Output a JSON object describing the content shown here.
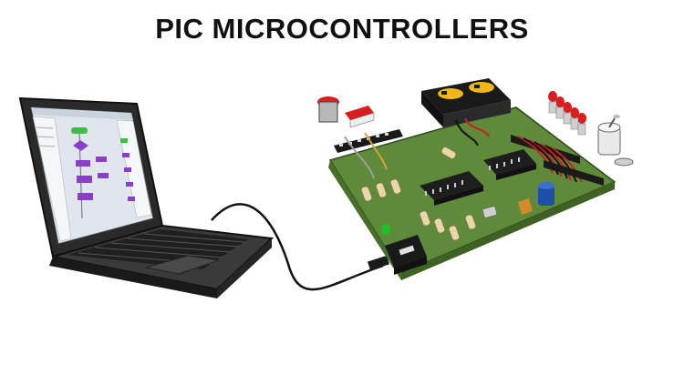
{
  "title": "PIC MICROCONTROLLERS",
  "illustration": {
    "laptop": {
      "screen_app": "flowchart-editor",
      "body_color": "#2b2b2b",
      "screen_bg": "#eef2f6"
    },
    "cable_color": "#111111",
    "board": {
      "pcb_color": "#5f8a3a",
      "pcb_edge_color": "#3f6124",
      "chips": [
        "ic-left",
        "ic-right"
      ],
      "led_colors": [
        "#d81f1f",
        "#1fbf2a"
      ],
      "capacitor_color": "#1e4fa8",
      "battery_colors": [
        "#f2b617",
        "#1a1a1a"
      ]
    }
  }
}
